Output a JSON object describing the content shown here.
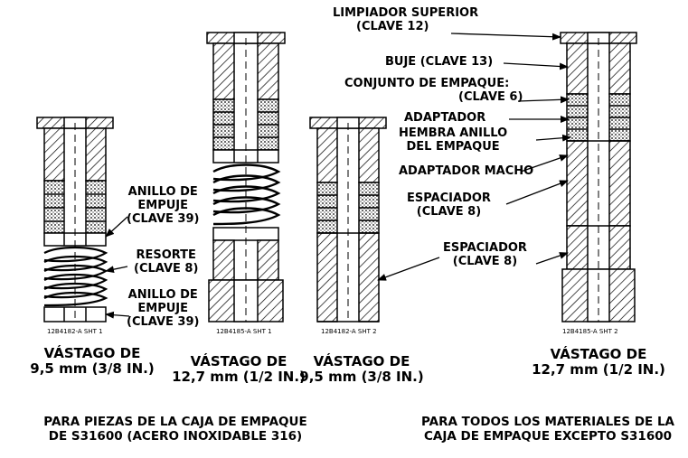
{
  "figure": {
    "callouts": {
      "limpiador_superior_line1": "LIMPIADOR SUPERIOR",
      "limpiador_superior_line2": "(CLAVE 12)",
      "buje": "BUJE (CLAVE 13)",
      "conjunto_line1": "CONJUNTO DE EMPAQUE:",
      "conjunto_line2": "(CLAVE 6)",
      "adaptador": "ADAPTADOR",
      "hembra_line1": "HEMBRA ANILLO",
      "hembra_line2": "DEL EMPAQUE",
      "adaptador_macho": "ADAPTADOR MACHO",
      "espaciador_a_line1": "ESPACIADOR",
      "espaciador_a_line2": "(CLAVE 8)",
      "espaciador_b_line1": "ESPACIADOR",
      "espaciador_b_line2": "(CLAVE 8)",
      "anillo_top_line1": "ANILLO DE",
      "anillo_top_line2": "EMPUJE",
      "anillo_top_line3": "(CLAVE 39)",
      "resorte_line1": "RESORTE",
      "resorte_line2": "(CLAVE 8)",
      "anillo_bot_line1": "ANILLO DE",
      "anillo_bot_line2": "EMPUJE",
      "anillo_bot_line3": "(CLAVE 39)"
    },
    "drawing_numbers": [
      "12B4182-A SHT 1",
      "12B4185-A SHT 1",
      "12B4182-A SHT 2",
      "12B4185-A SHT 2"
    ],
    "stem_titles": [
      {
        "line1": "VÁSTAGO DE",
        "line2": "9,5 mm (3/8 IN.)"
      },
      {
        "line1": "VÁSTAGO DE",
        "line2": "12,7 mm (1/2 IN.)"
      },
      {
        "line1": "VÁSTAGO DE",
        "line2": "9,5 mm (3/8 IN.)"
      },
      {
        "line1": "VÁSTAGO DE",
        "line2": "12,7 mm (1/2 IN.)"
      }
    ],
    "group_titles": [
      {
        "line1": "PARA PIEZAS DE LA CAJA DE EMPAQUE",
        "line2": "DE S31600 (ACERO INOXIDABLE 316)"
      },
      {
        "line1": "PARA TODOS LOS MATERIALES DE LA",
        "line2": "CAJA DE EMPAQUE EXCEPTO S31600"
      }
    ]
  }
}
